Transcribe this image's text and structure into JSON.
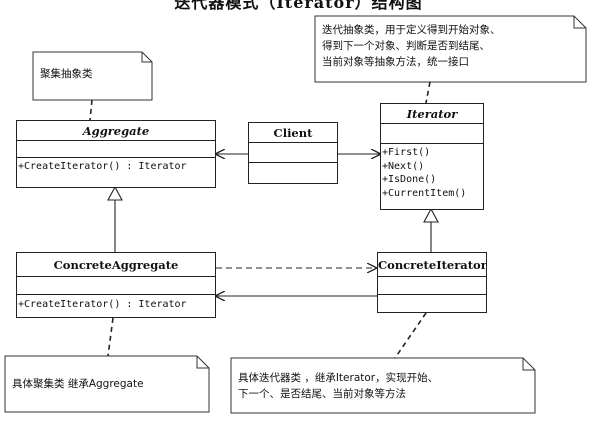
{
  "title": "迭代器模式（Iterator）结构图",
  "classes": {
    "aggregate": {
      "name": "Aggregate",
      "operations": [
        "+CreateIterator() : Iterator"
      ]
    },
    "client": {
      "name": "Client"
    },
    "iterator": {
      "name": "Iterator",
      "operations": [
        "+First()",
        "+Next()",
        "+IsDone()",
        "+CurrentItem()"
      ]
    },
    "concrete_aggregate": {
      "name": "ConcreteAggregate",
      "operations": [
        "+CreateIterator() : Iterator"
      ]
    },
    "concrete_iterator": {
      "name": "ConcreteIterator"
    }
  },
  "notes": {
    "aggregate_note": [
      "聚集抽象类"
    ],
    "iterator_note": [
      "迭代抽象类，用于定义得到开始对象、",
      "得到下一个对象、判断是否到结尾、",
      "当前对象等抽象方法，统一接口"
    ],
    "concrete_aggregate_note": [
      "具体聚集类 继承Aggregate"
    ],
    "concrete_iterator_note": [
      "具体迭代器类 ，继承Iterator，实现开始、",
      "下一个、是否结尾、当前对象等方法"
    ]
  },
  "colors": {
    "line": "#222222",
    "note_border": "#333333"
  }
}
